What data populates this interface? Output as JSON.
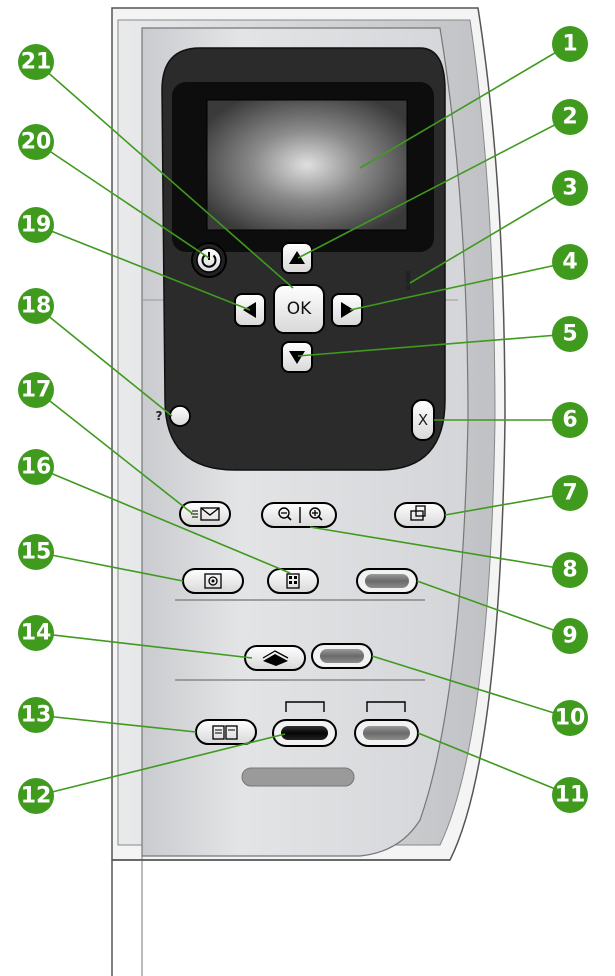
{
  "panel": {
    "ok_label": "OK",
    "help_label": "?",
    "cancel_label": "X",
    "attention_label": "!",
    "zoom_out_label": "Q",
    "zoom_in_label": "⊕",
    "zoom_divider": "|"
  },
  "callouts": [
    {
      "number": "1"
    },
    {
      "number": "2"
    },
    {
      "number": "3"
    },
    {
      "number": "4"
    },
    {
      "number": "5"
    },
    {
      "number": "6"
    },
    {
      "number": "7"
    },
    {
      "number": "8"
    },
    {
      "number": "9"
    },
    {
      "number": "10"
    },
    {
      "number": "11"
    },
    {
      "number": "12"
    },
    {
      "number": "13"
    },
    {
      "number": "14"
    },
    {
      "number": "15"
    },
    {
      "number": "16"
    },
    {
      "number": "17"
    },
    {
      "number": "18"
    },
    {
      "number": "19"
    },
    {
      "number": "20"
    },
    {
      "number": "21"
    }
  ],
  "colors": {
    "callout_green": "#3f9a1e",
    "leader_line": "#3f9a1e",
    "panel_silver": "#d9dbdd",
    "bezel_dark": "#1a1a1a"
  }
}
